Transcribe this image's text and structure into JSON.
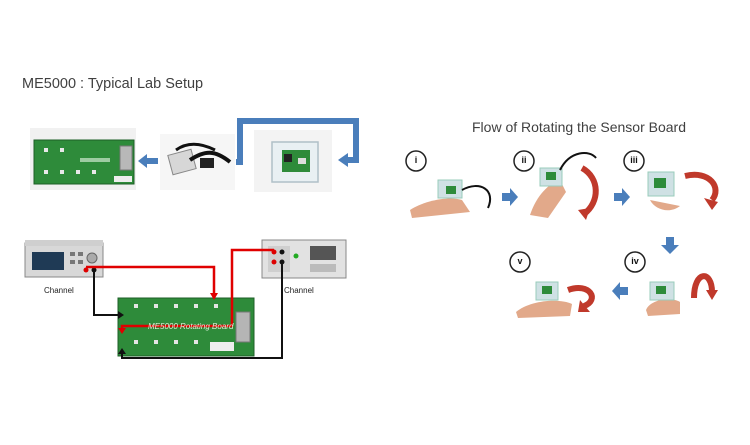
{
  "left_panel": {
    "title": "ME5000 : Typical Lab Setup",
    "board_label": "ME5000 Rotating Board",
    "channel_left_label": "Channel",
    "channel_right_label": "Channel"
  },
  "right_panel": {
    "title": "Flow of Rotating the Sensor Board",
    "steps": [
      {
        "label": "i"
      },
      {
        "label": "ii"
      },
      {
        "label": "iii"
      },
      {
        "label": "iv"
      },
      {
        "label": "v"
      }
    ]
  },
  "colors": {
    "flow_arrow": "#4a7ebb",
    "cable_red": "#e00000",
    "rotation_red": "#c0392b",
    "board_green": "#2e8b3a"
  }
}
